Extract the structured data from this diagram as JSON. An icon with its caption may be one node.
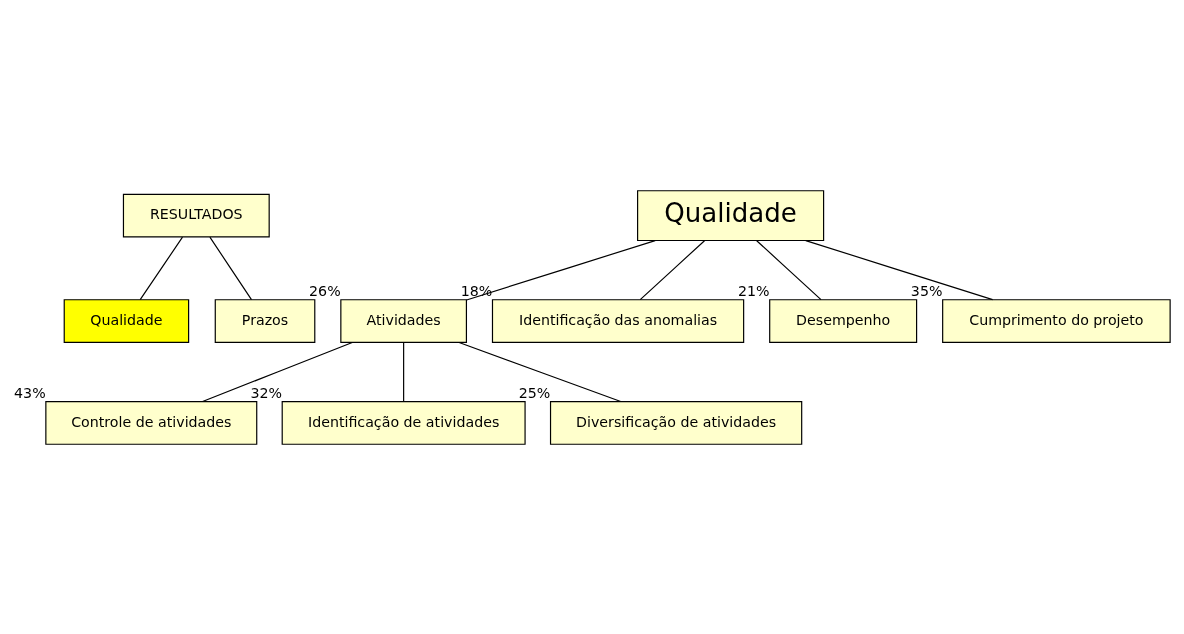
{
  "diagram": {
    "nodes": [
      {
        "text": [
          "RESULTADOS"
        ]
      },
      {
        "text": [
          "Qualidade"
        ]
      },
      {
        "text": [
          "Prazos"
        ]
      },
      {
        "text": [
          "Qualidade"
        ]
      },
      {
        "text": [
          "Atividades"
        ],
        "beside": [
          "26%"
        ]
      },
      {
        "text": [
          "Identificação das anomalias"
        ],
        "beside": [
          "18%"
        ]
      },
      {
        "text": [
          "Desempenho"
        ],
        "beside": [
          "21%"
        ]
      },
      {
        "text": [
          "Cumprimento do projeto"
        ],
        "beside": [
          "35%"
        ]
      },
      {
        "text": [
          "Controle de atividades"
        ],
        "beside": [
          "43%"
        ]
      },
      {
        "text": [
          "Identificação de atividades"
        ],
        "beside": [
          "32%"
        ]
      },
      {
        "text": [
          "Diversificação de atividades"
        ],
        "beside": [
          "25%"
        ]
      }
    ],
    "edges": [
      {
        "from": 0,
        "to": 1,
        "arrow": "none"
      },
      {
        "from": 0,
        "to": 2,
        "arrow": "none"
      },
      {
        "from": 3,
        "to": 4,
        "arrow": "none"
      },
      {
        "from": 3,
        "to": 5,
        "arrow": "none"
      },
      {
        "from": 3,
        "to": 6,
        "arrow": "none"
      },
      {
        "from": 3,
        "to": 7,
        "arrow": "none"
      },
      {
        "from": 4,
        "to": 8,
        "arrow": "none"
      },
      {
        "from": 4,
        "to": 9,
        "arrow": "none"
      },
      {
        "from": 4,
        "to": 10,
        "arrow": "none"
      }
    ]
  }
}
